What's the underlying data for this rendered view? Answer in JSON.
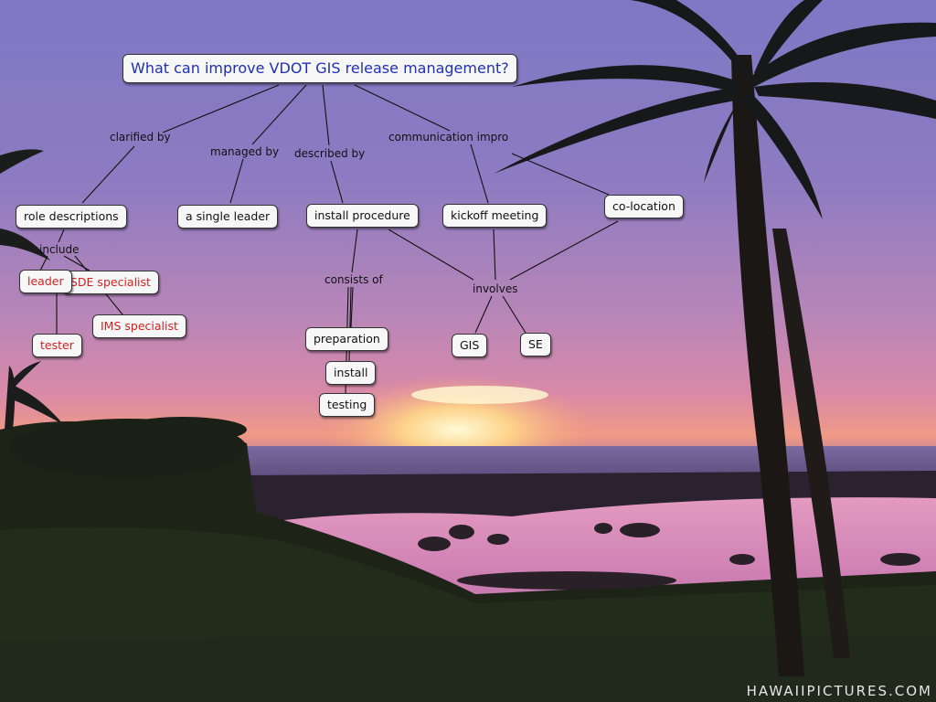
{
  "title": "What can improve VDOT GIS release management?",
  "nodes": {
    "role_descriptions": "role descriptions",
    "single_leader": "a single leader",
    "install_procedure": "install procedure",
    "kickoff_meeting": "kickoff meeting",
    "co_location": "co-location",
    "leader": "leader",
    "sde_specialist": "SDE specialist",
    "ims_specialist": "IMS specialist",
    "tester": "tester",
    "preparation": "preparation",
    "install": "install",
    "testing": "testing",
    "gis": "GIS",
    "se": "SE"
  },
  "links": {
    "clarified_by": "clarified by",
    "managed_by": "managed by",
    "described_by": "described by",
    "communication": "communication impro",
    "include": "include",
    "consists_of": "consists of",
    "involves": "involves"
  },
  "watermark": "HAWAIIPICTURES.COM",
  "colors": {
    "title_text": "#1f2fb8",
    "highlight_text": "#d42020"
  }
}
